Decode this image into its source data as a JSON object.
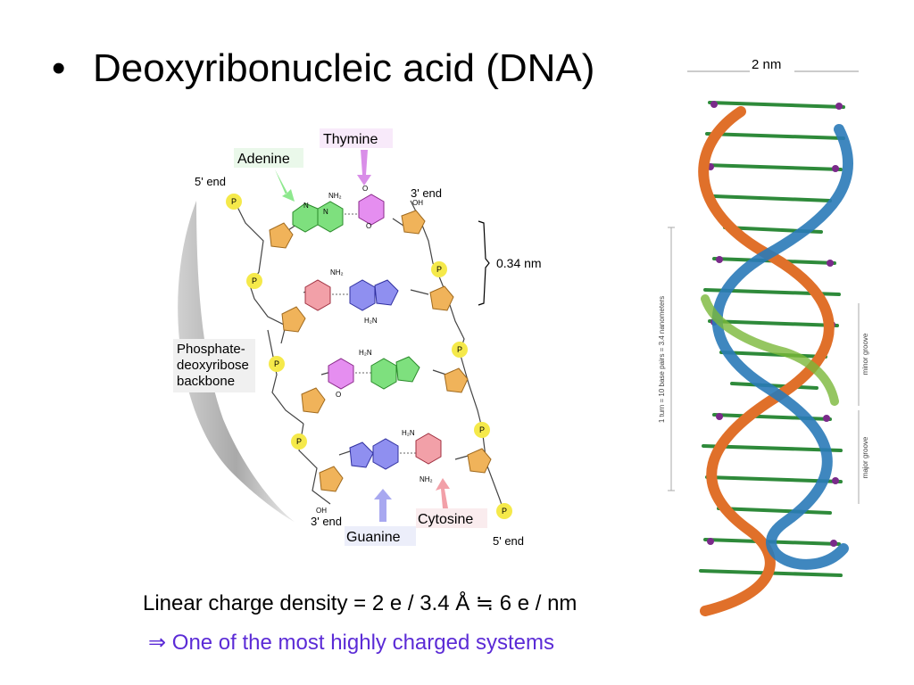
{
  "title": {
    "bullet": "•",
    "text": "Deoxyribonucleic acid (DNA)"
  },
  "structure_labels": {
    "adenine": "Adenine",
    "thymine": "Thymine",
    "guanine": "Guanine",
    "cytosine": "Cytosine",
    "end_5_top": "5' end",
    "end_3_top": "3' end",
    "end_3_bottom": "3' end",
    "end_5_bottom": "5' end",
    "backbone": [
      "Phosphate-",
      "deoxyribose",
      "backbone"
    ],
    "spacing": "0.34 nm",
    "atom_n": "N",
    "atom_o": "O",
    "atom_p": "P",
    "atom_nh2": "NH₂",
    "atom_h2n": "H₂N",
    "atom_oh": "OH"
  },
  "helix_labels": {
    "width": "2 nm",
    "turn": "1 turn = 10 base pairs = 3.4 nanometers",
    "minor": "minor groove",
    "major": "major groove"
  },
  "colors": {
    "adenine": "#7ee07e",
    "thymine": "#e58ef0",
    "guanine": "#8f8ff0",
    "cytosine": "#f2a0a8",
    "sugar": "#f0b35a",
    "phosphate": "#f5e94a",
    "accent": "#5b2bd6"
  },
  "equation": "Linear charge density = 2 e / 3.4 Å ≒ 6 e / nm",
  "conclusion": "⇒ One of the most highly charged systems"
}
